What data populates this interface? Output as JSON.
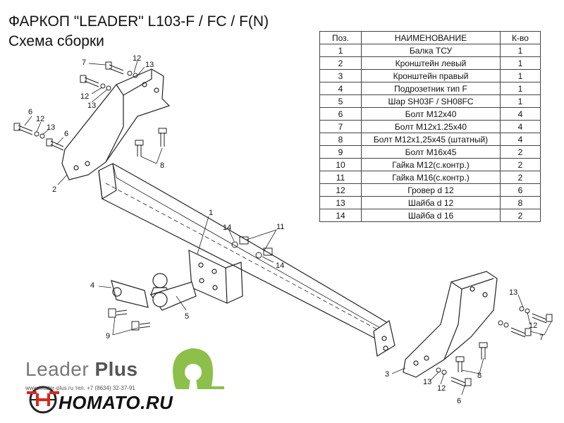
{
  "header": {
    "title": "ФАРКОП \"LEADER\" L103-F / FC / F(N)",
    "subtitle": "Схема сборки"
  },
  "parts_table": {
    "columns": [
      "Поз.",
      "НАИМЕНОВАНИЕ",
      "К-во"
    ],
    "rows": [
      [
        "1",
        "Балка ТСУ",
        "1"
      ],
      [
        "2",
        "Кронштейн левый",
        "1"
      ],
      [
        "3",
        "Кронштейн правый",
        "1"
      ],
      [
        "4",
        "Подрозетник тип F",
        "1"
      ],
      [
        "5",
        "Шар SH03F / SH08FC",
        "1"
      ],
      [
        "6",
        "Болт М12х40",
        "4"
      ],
      [
        "7",
        "Болт М12х1.25х40",
        "4"
      ],
      [
        "8",
        "Болт М12х1,25х45 (штатный)",
        "4"
      ],
      [
        "9",
        "Болт М16х45",
        "2"
      ],
      [
        "10",
        "Гайка М12(с.контр.)",
        "2"
      ],
      [
        "11",
        "Гайка М16(с.контр.)",
        "2"
      ],
      [
        "12",
        "Гровер d 12",
        "6"
      ],
      [
        "13",
        "Шайба d 12",
        "8"
      ],
      [
        "14",
        "Шайба d 16",
        "2"
      ]
    ]
  },
  "callouts": {
    "c7a": "7",
    "c12a": "12",
    "c13a": "13",
    "c12b": "12",
    "c13b": "13",
    "c6a": "6",
    "c12c": "12",
    "c13c": "13",
    "c6b": "6",
    "c8a": "8",
    "c2": "2",
    "c1": "1",
    "c14a": "14",
    "c11": "11",
    "c14b": "14",
    "c4": "4",
    "c5": "5",
    "c9": "9",
    "c13d": "13",
    "c12d": "12",
    "c7b": "7",
    "c8b": "8",
    "c3": "3",
    "c13e": "13",
    "c12e": "12",
    "c6c": "6"
  },
  "branding": {
    "name_light": "Leader ",
    "name_bold": "Plus",
    "site": "www.leader-plus.ru   тел. +7 (8634) 32-37-91",
    "homato": "HOMATO.RU"
  },
  "colors": {
    "brand_green": "#8cc04a",
    "homato_red": "#d9281c",
    "line": "#222222"
  }
}
